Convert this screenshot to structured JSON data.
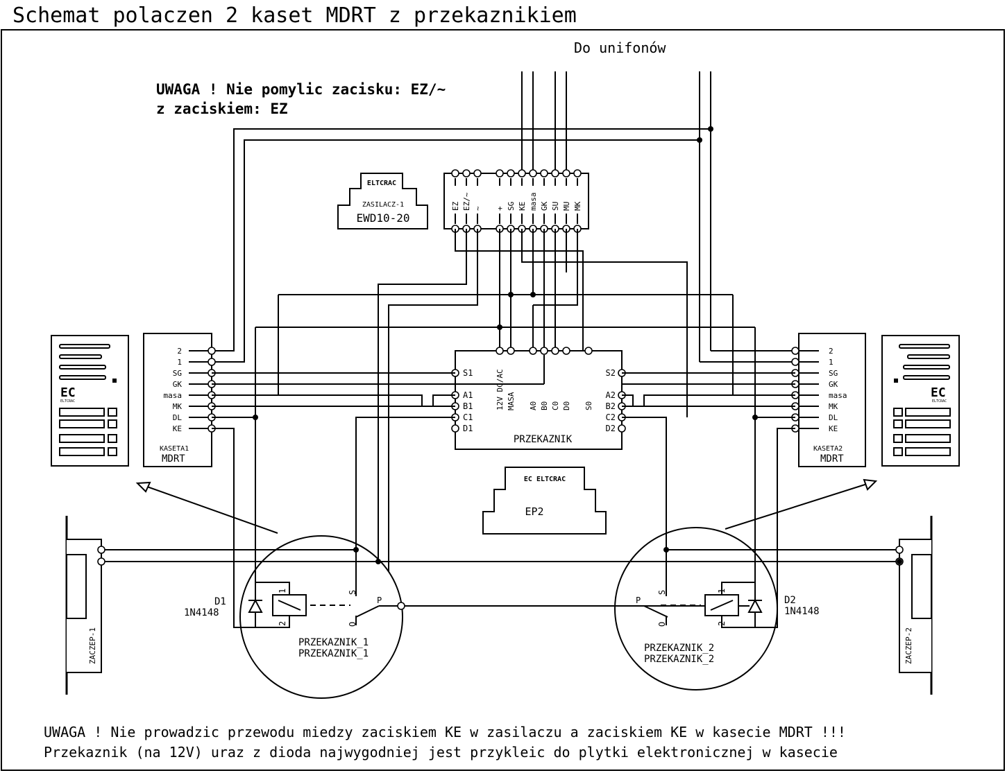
{
  "title": "Schemat polaczen 2 kaset MDRT z przekaznikiem",
  "label_do_unifonow": "Do unifonów",
  "warning_top": [
    "UWAGA ! Nie pomylic zacisku:  EZ/~",
    "z zaciskiem: EZ"
  ],
  "power_supply": {
    "brand": "ELTCRAC",
    "name": "ZASILACZ-1",
    "model": "EWD10-20",
    "terminals": [
      "EZ",
      "EZ/~",
      "~",
      "+",
      "SG",
      "KE",
      "masa",
      "GK",
      "SU",
      "MU",
      "MK"
    ]
  },
  "relay_module": {
    "name": "PRZEKAZNIK",
    "top_pins": [
      "12V DC/AC",
      "MASA",
      "A0",
      "B0",
      "C0",
      "D0",
      "S0"
    ],
    "left_pins": [
      "S1",
      "A1",
      "B1",
      "C1",
      "D1"
    ],
    "right_pins": [
      "S2",
      "A2",
      "B2",
      "C2",
      "D2"
    ]
  },
  "ep2": {
    "brand": "EC ELTCRAC",
    "name": "EP2"
  },
  "kaseta1": {
    "label1": "KASETA1",
    "label2": "MDRT",
    "logo": "EC",
    "logo_sub": "ELTCRAC",
    "pins": [
      "2",
      "1",
      "SG",
      "GK",
      "masa",
      "MK",
      "DL",
      "KE"
    ]
  },
  "kaseta2": {
    "label1": "KASETA2",
    "label2": "MDRT",
    "logo": "EC",
    "logo_sub": "ELTCRAC",
    "pins": [
      "2",
      "1",
      "SG",
      "GK",
      "masa",
      "MK",
      "DL",
      "KE"
    ]
  },
  "zaczep1": "ZACZEP-1",
  "zaczep2": "ZACZEP-2",
  "relay1": {
    "names": [
      "PRZEKAZNIK_1",
      "PRZEKAZNIK_1"
    ],
    "diode": "D1",
    "diode_type": "1N4148",
    "coil_pins": [
      "1",
      "2"
    ],
    "contacts": [
      "S",
      "P",
      "O"
    ]
  },
  "relay2": {
    "names": [
      "PRZEKAZNIK_2",
      "PRZEKAZNIK_2"
    ],
    "diode": "D2",
    "diode_type": "1N4148",
    "coil_pins": [
      "1",
      "2"
    ],
    "contacts": [
      "S",
      "P",
      "O"
    ]
  },
  "warning_bottom": [
    "UWAGA ! Nie prowadzic przewodu miedzy zaciskiem KE w zasilaczu a zaciskiem KE w kasecie MDRT !!!",
    "Przekaznik (na 12V) uraz z dioda najwygodniej  jest przykleic do plytki elektronicznej w kasecie"
  ]
}
